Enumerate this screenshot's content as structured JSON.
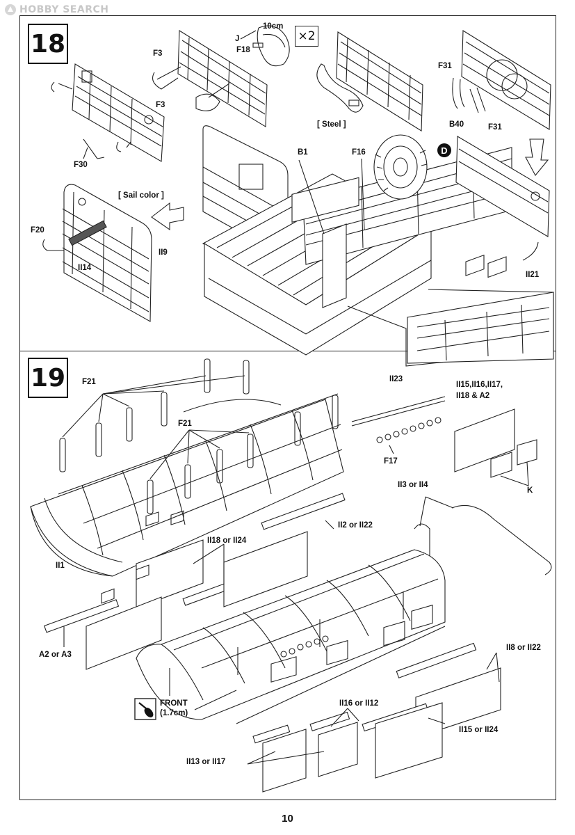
{
  "watermark": {
    "text": "HOBBY SEARCH"
  },
  "page_number": "10",
  "steps": [
    {
      "number": "18"
    },
    {
      "number": "19"
    }
  ],
  "step18": {
    "multiplier": "×2",
    "marker": "D",
    "labels": {
      "f30": "F30",
      "f3_top": "F3",
      "f3_bottom": "F3",
      "j": "J",
      "length": "10cm",
      "f18": "F18",
      "steel": "[ Steel ]",
      "f31_top": "F31",
      "b40": "B40",
      "f31_bottom": "F31",
      "sail_color": "[ Sail color ]",
      "f20": "F20",
      "ii14": "II14",
      "ii9": "II9",
      "b1": "B1",
      "f16": "F16",
      "ii21": "II21"
    }
  },
  "step19": {
    "labels": {
      "f21_a": "F21",
      "f21_b": "F21",
      "ii23": "II23",
      "f17": "F17",
      "ii15_group": "II15,II16,II17,",
      "ii18_a2": "II18 & A2",
      "k": "K",
      "ii3_ii4": "II3 or II4",
      "ii2_ii22": "II2 or II22",
      "ii1": "II1",
      "ii18_ii24": "II18 or II24",
      "a2_a3": "A2 or A3",
      "ii8_ii22": "II8 or II22",
      "front": "FRONT",
      "front_len": "(1.7cm)",
      "ii16_ii12": "II16 or II12",
      "ii15_ii24": "II15 or II24",
      "ii13_ii17": "II13 or II17"
    }
  }
}
